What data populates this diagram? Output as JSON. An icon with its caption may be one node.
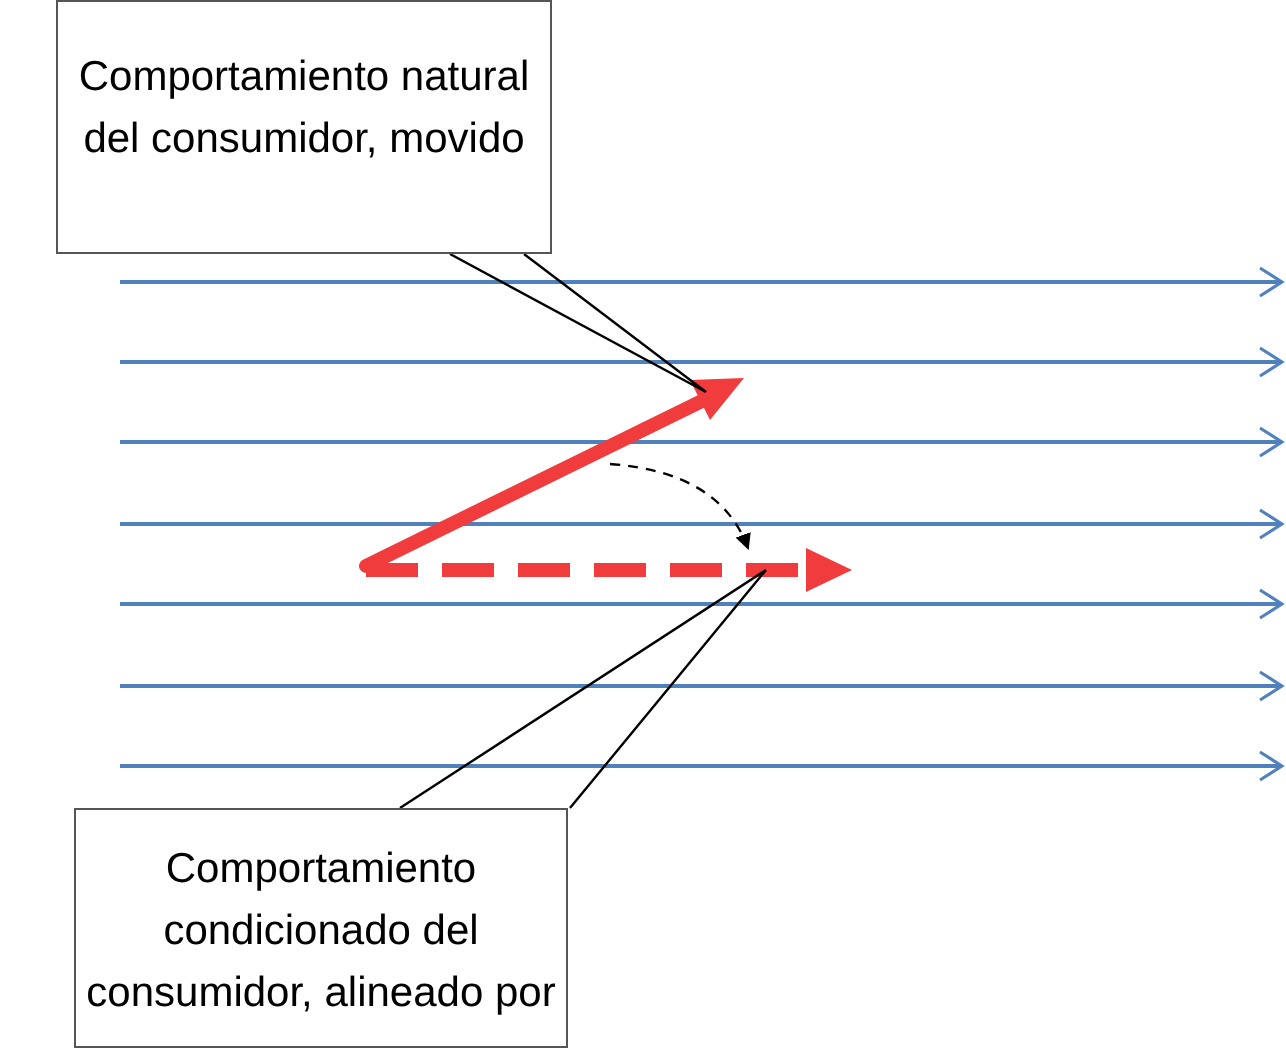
{
  "diagram": {
    "nodes": [
      {
        "text": [
          "Comportamiento natural del consumidor, movido"
        ]
      },
      {
        "text": [],
        "shape": "arrow"
      },
      {
        "text": [],
        "shape": "arrow"
      },
      {
        "text": [
          "Comportamiento condicionado del consumidor, alineado por"
        ]
      }
    ],
    "edges": [
      {
        "from": 0,
        "to": 1,
        "arrow": "none"
      },
      {
        "from": 1,
        "to": 2,
        "arrow": "to",
        "style": "dashed"
      },
      {
        "from": 3,
        "to": 2,
        "arrow": "none"
      }
    ]
  }
}
